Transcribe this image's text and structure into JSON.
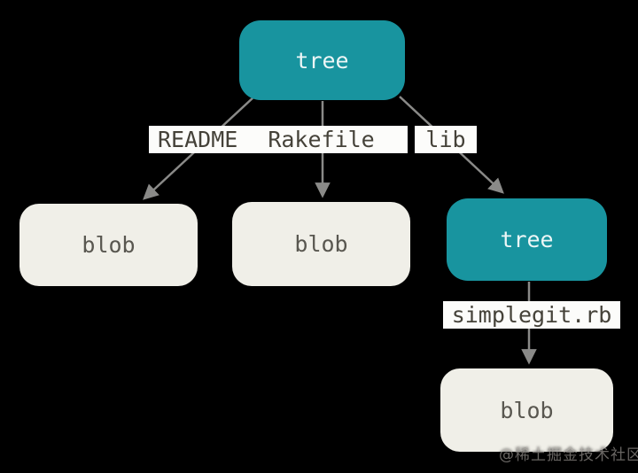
{
  "diagram": {
    "description": "Git object model: root tree pointing to two blobs and a subtree which points to another blob",
    "nodes": [
      {
        "id": "tree-root",
        "type": "tree",
        "label": "tree"
      },
      {
        "id": "blob-1",
        "type": "blob",
        "label": "blob"
      },
      {
        "id": "blob-2",
        "type": "blob",
        "label": "blob"
      },
      {
        "id": "tree-lib",
        "type": "tree",
        "label": "tree"
      },
      {
        "id": "blob-3",
        "type": "blob",
        "label": "blob"
      }
    ],
    "edges": [
      {
        "from": "tree-root",
        "to": "blob-1",
        "label": "README"
      },
      {
        "from": "tree-root",
        "to": "blob-2",
        "label": "Rakefile"
      },
      {
        "from": "tree-root",
        "to": "tree-lib",
        "label": "lib"
      },
      {
        "from": "tree-lib",
        "to": "blob-3",
        "label": "simplegit.rb"
      }
    ],
    "colors": {
      "background": "#000000",
      "tree_fill": "#18949f",
      "tree_text": "#ecf6f6",
      "blob_fill": "#f0efe8",
      "blob_text": "#595750",
      "label_bg": "#fcfcfa",
      "label_text": "#454239",
      "arrow": "#8a8a88"
    }
  },
  "watermark": {
    "text": "@稀土掘金技术社区"
  }
}
